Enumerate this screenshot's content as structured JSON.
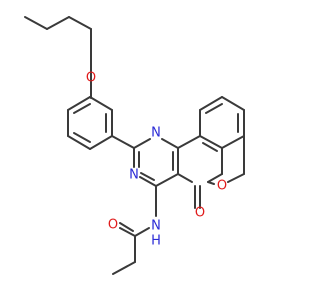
{
  "structure": {
    "colors": {
      "bond": "#3a3a3a",
      "nitrogen": "#2b2bd6",
      "oxygen": "#e01b1b",
      "background": "#ffffff"
    },
    "atoms": {
      "ether_oxygen": "O",
      "ring_oxygen": "O",
      "carbonyl_oxygen_lactone": "O",
      "carbonyl_oxygen_amide": "O",
      "pyrimidine_n1": "N",
      "pyrimidine_n3": "N",
      "amide_n": "N",
      "amide_h": "H"
    }
  }
}
